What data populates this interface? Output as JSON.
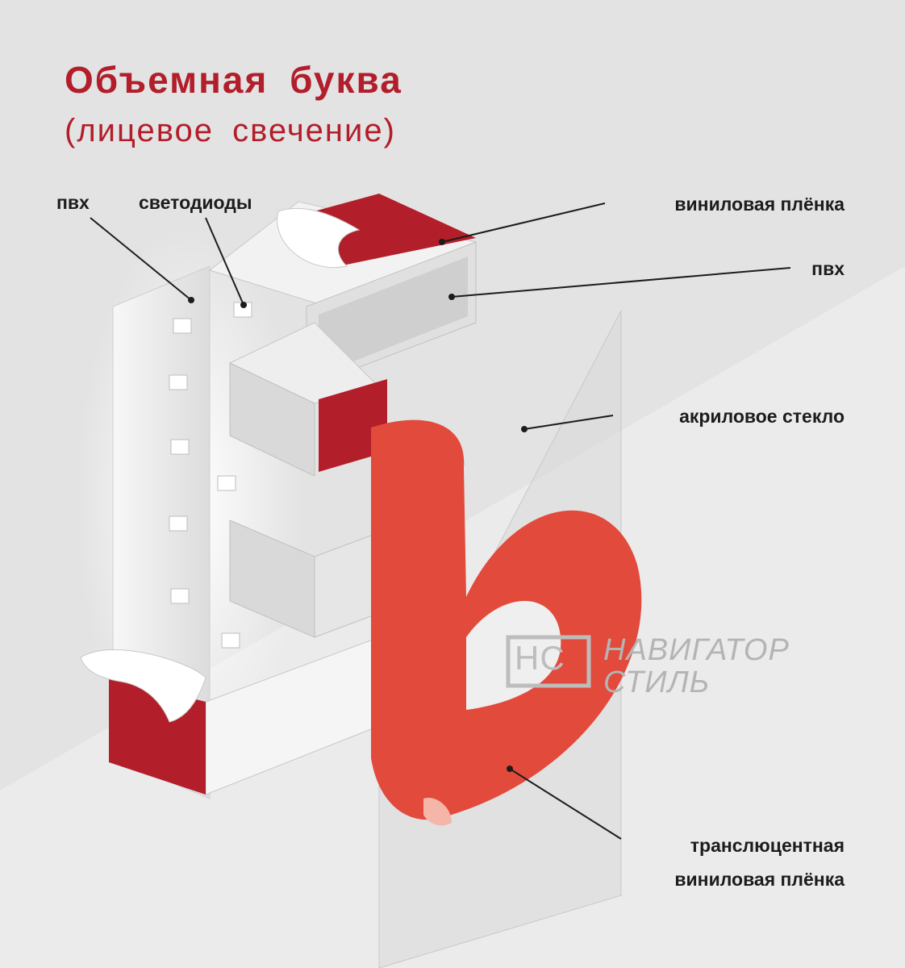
{
  "title": {
    "main": "Объемная буква",
    "sub": "(лицевое свечение)"
  },
  "labels": {
    "pvc_left": "пвх",
    "leds": "светодиоды",
    "vinyl_film": "виниловая плёнка",
    "pvc_right": "пвх",
    "acrylic_glass": "акриловое стекло",
    "translucent_line1": "транслюцентная",
    "translucent_line2": "виниловая плёнка"
  },
  "watermark": {
    "logo_letters": "НС",
    "line1": "НАВИГАТОР",
    "line2": "СТИЛЬ"
  },
  "colors": {
    "title": "#b21e2a",
    "vinyl_red": "#b21e2a",
    "translucent_red": "#e24a3c",
    "background": "#e9e9ea"
  }
}
